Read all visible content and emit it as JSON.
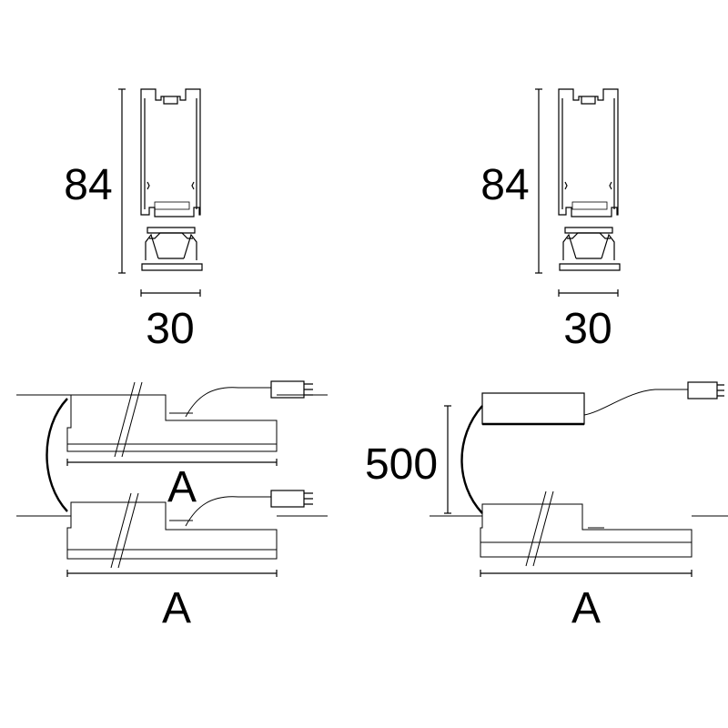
{
  "drawings": {
    "profile_left": {
      "height_label": "84",
      "width_label": "30"
    },
    "profile_right": {
      "height_label": "84",
      "width_label": "30"
    },
    "side_top_left": {
      "length_label": "A"
    },
    "side_bottom_left": {
      "length_label": "A"
    },
    "side_right": {
      "length_label": "A",
      "height_label": "500"
    }
  },
  "colors": {
    "line": "#000000",
    "background": "#ffffff"
  }
}
